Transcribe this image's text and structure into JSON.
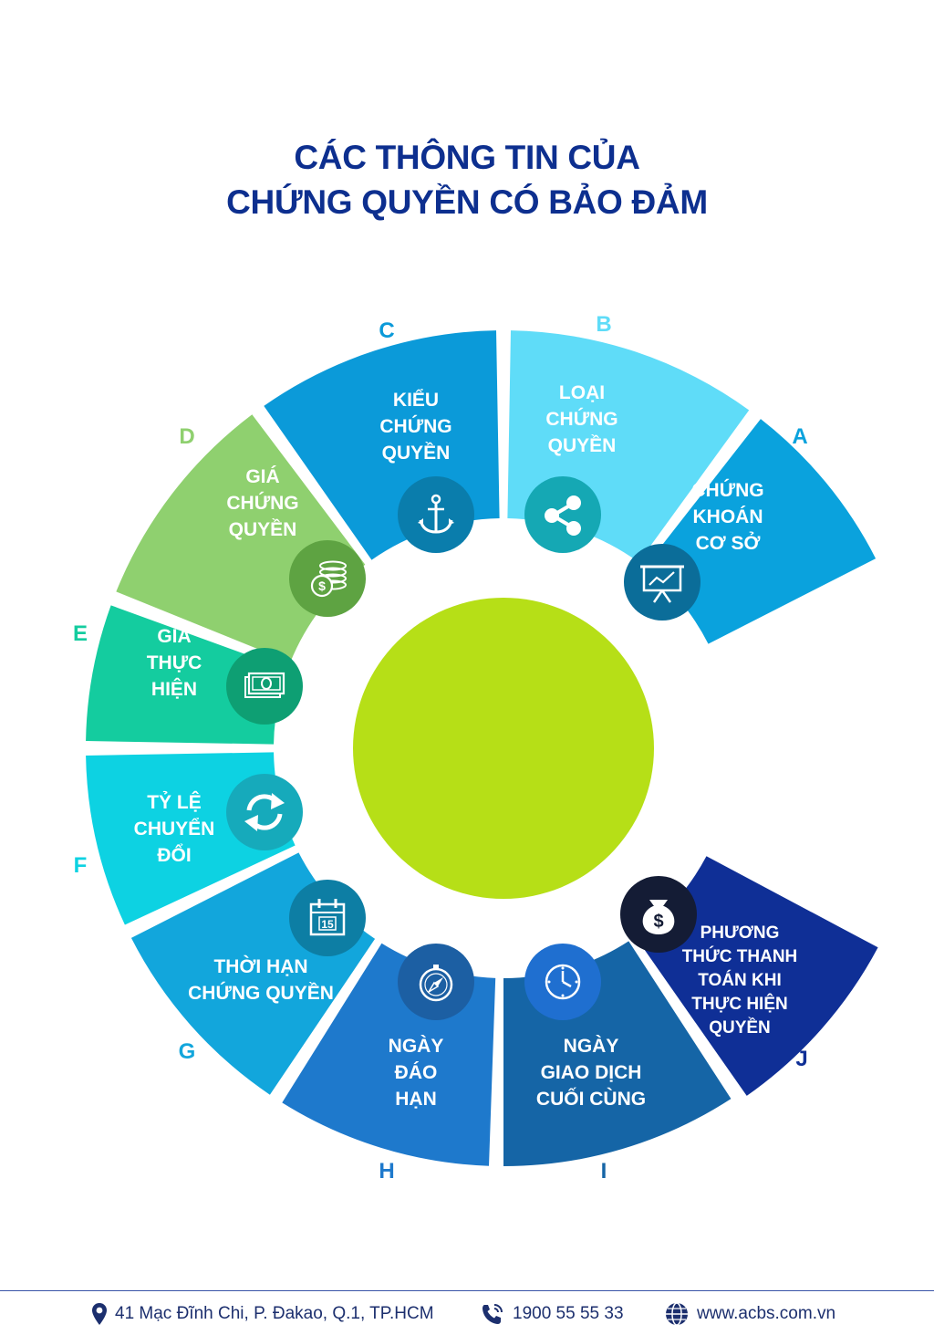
{
  "title": {
    "line1": "CÁC THÔNG TIN CỦA",
    "line2": "CHỨNG QUYỀN CÓ BẢO ĐẢM"
  },
  "segments": [
    {
      "id": "A",
      "letter": "A",
      "lines": [
        "CHỨNG",
        "KHOÁN",
        "CƠ SỞ"
      ],
      "icon": "presentation-chart-icon"
    },
    {
      "id": "B",
      "letter": "B",
      "lines": [
        "LOẠI",
        "CHỨNG",
        "QUYỀN"
      ],
      "icon": "share-icon"
    },
    {
      "id": "C",
      "letter": "C",
      "lines": [
        "KIỂU",
        "CHỨNG",
        "QUYỀN"
      ],
      "icon": "anchor-icon"
    },
    {
      "id": "D",
      "letter": "D",
      "lines": [
        "GIÁ",
        "CHỨNG",
        "QUYỀN"
      ],
      "icon": "coins-icon"
    },
    {
      "id": "E",
      "letter": "E",
      "lines": [
        "GIÁ",
        "THỰC",
        "HIỆN"
      ],
      "icon": "banknote-icon"
    },
    {
      "id": "F",
      "letter": "F",
      "lines": [
        "TỶ LỆ",
        "CHUYỂN",
        "ĐỔI"
      ],
      "icon": "refresh-arrows-icon"
    },
    {
      "id": "G",
      "letter": "G",
      "lines": [
        "THỜI HẠN",
        "CHỨNG QUYỀN"
      ],
      "icon": "calendar-icon"
    },
    {
      "id": "H",
      "letter": "H",
      "lines": [
        "NGÀY",
        "ĐÁO",
        "HẠN"
      ],
      "icon": "compass-icon"
    },
    {
      "id": "I",
      "letter": "I",
      "lines": [
        "NGÀY",
        "GIAO DỊCH",
        "CUỐI CÙNG"
      ],
      "icon": "clock-icon"
    },
    {
      "id": "J",
      "letter": "J",
      "lines": [
        "PHƯƠNG",
        "THỨC THANH",
        "TOÁN KHI",
        "THỰC HIỆN",
        "QUYỀN"
      ],
      "icon": "money-bag-icon"
    }
  ],
  "colors": {
    "A": "#0aa2dd",
    "B": "#5fdcf8",
    "C": "#0b9ad9",
    "D": "#8fd06f",
    "E": "#14cc9f",
    "F": "#0dd2e2",
    "G": "#12a6dc",
    "H": "#1e79cc",
    "I": "#1565a6",
    "J": "#0f2f96",
    "center": "#b6df17",
    "title": "#0d2f8f",
    "icon_circles": {
      "A": "#0b6d99",
      "B": "#15a8b4",
      "C": "#0a7dac",
      "D": "#5ea342",
      "E": "#0e9f73",
      "F": "#16aabb",
      "G": "#0d7ea4",
      "H": "#1c5fa3",
      "I": "#1f6fd0",
      "J": "#141c35"
    },
    "letters": {
      "A": "#0aa2dd",
      "B": "#5fdcf8",
      "C": "#0b9ad9",
      "D": "#8fd06f",
      "E": "#14cc9f",
      "F": "#0dd2e2",
      "G": "#12a6dc",
      "H": "#1e79cc",
      "I": "#1565a6",
      "J": "#0f2f96"
    }
  },
  "footer": {
    "address": "41 Mạc Đĩnh Chi, P. Đakao, Q.1, TP.HCM",
    "phone": "1900 55 55 33",
    "website": "www.acbs.com.vn"
  }
}
